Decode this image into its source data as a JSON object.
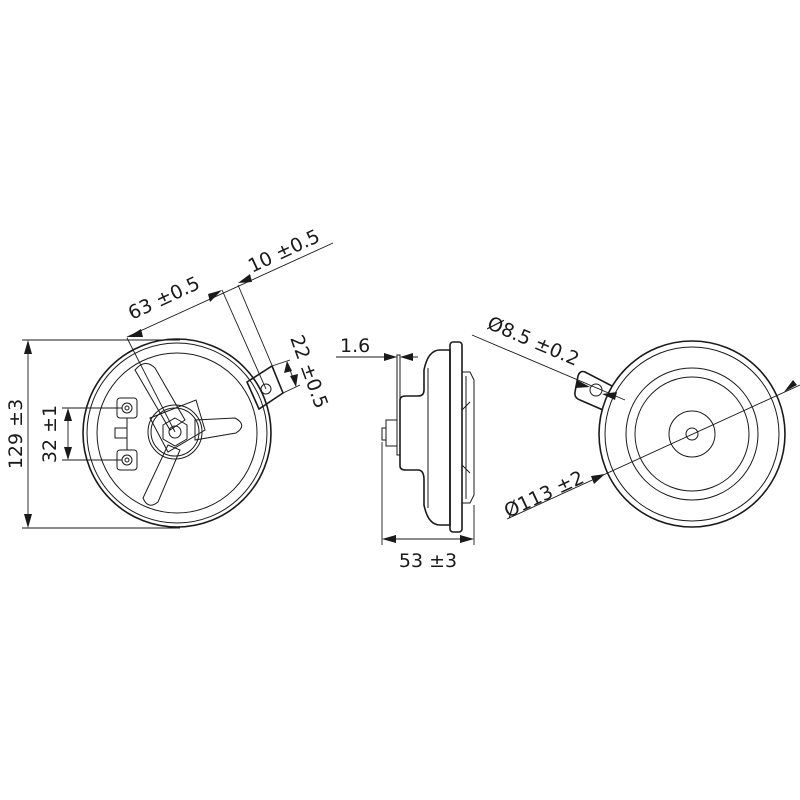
{
  "drawing": {
    "title": "Horn dimensional drawing",
    "colors": {
      "line": "#1a1a1a",
      "background": "#ffffff"
    },
    "views": {
      "rear": {
        "dimensions": {
          "height": "129 ±3",
          "terminal_spacing": "32 ±1",
          "bracket_offset": "63 ±0.5",
          "bracket_width": "10 ±0.5",
          "bracket_length": "22 ±0.5"
        }
      },
      "side": {
        "dimensions": {
          "bracket_thickness": "1.6",
          "depth": "53 ±3"
        }
      },
      "front": {
        "dimensions": {
          "hole_diameter": "Ø8.5 ±0.2",
          "outer_diameter": "Ø113 ±2"
        }
      }
    }
  }
}
